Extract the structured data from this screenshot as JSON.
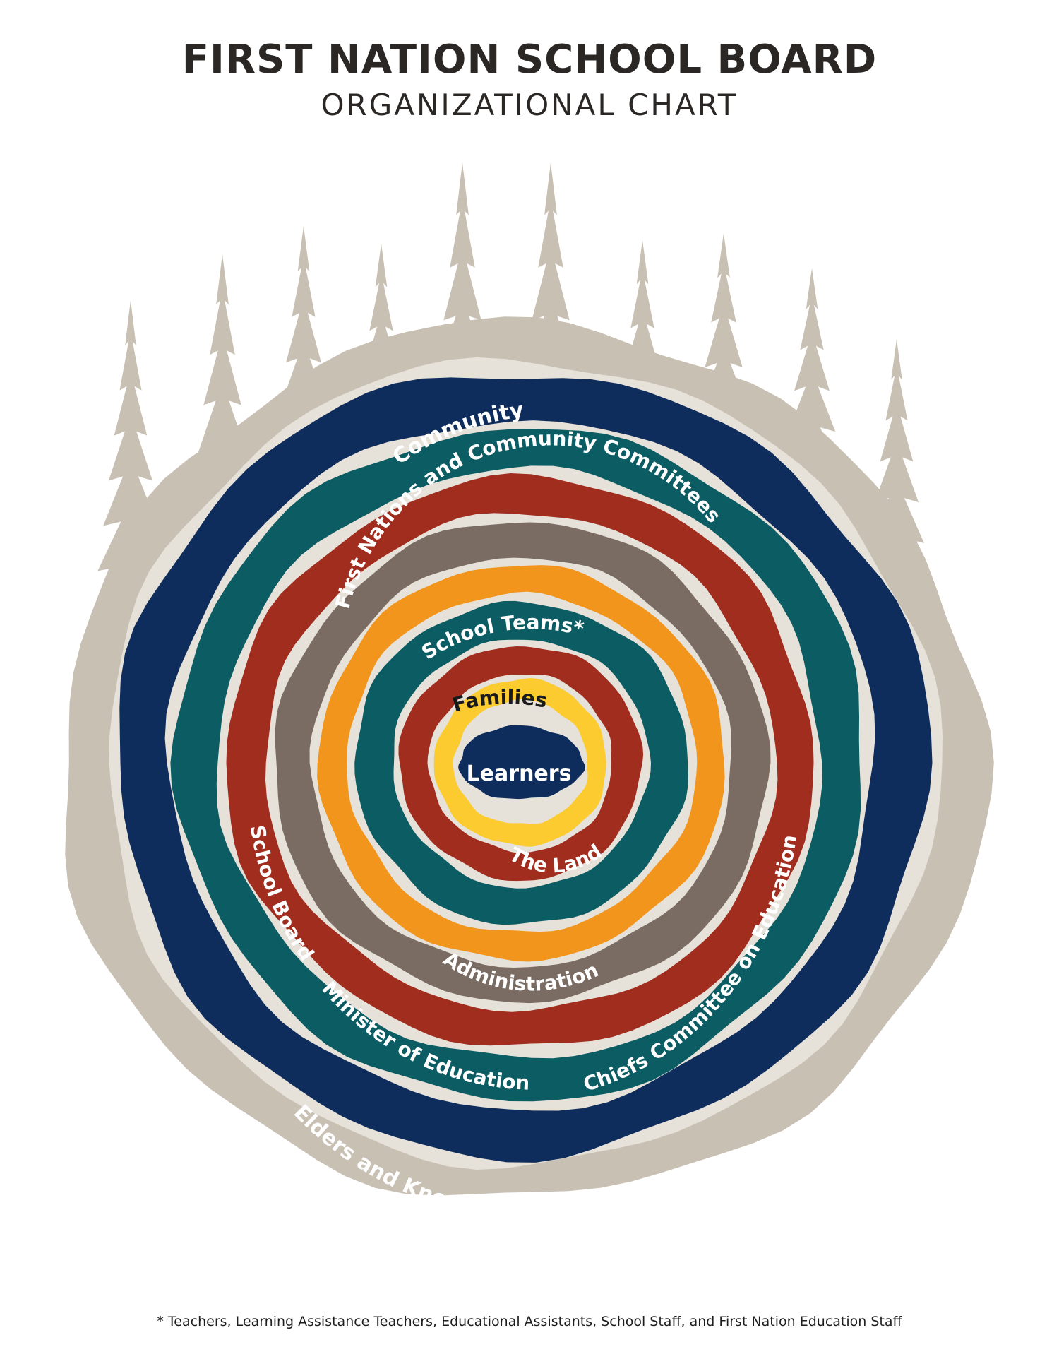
{
  "header": {
    "title": "FIRST NATION SCHOOL BOARD",
    "subtitle": "ORGANIZATIONAL CHART"
  },
  "colors": {
    "tree": "#c9c0b4",
    "cream": "#e6e1d9",
    "navy": "#0f2d5c",
    "teal": "#0c5c64",
    "rust": "#a12d1e",
    "taupe": "#7a6c62",
    "orange": "#f2951c",
    "yellow": "#fbcb2f",
    "white_text": "#ffffff",
    "dark_text": "#1a1a1a"
  },
  "rings": [
    {
      "id": "elders",
      "color_key": "navy"
    },
    {
      "id": "community",
      "color_key": "teal"
    },
    {
      "id": "governance",
      "color_key": "rust"
    },
    {
      "id": "committees",
      "color_key": "taupe"
    },
    {
      "id": "administration",
      "color_key": "orange"
    },
    {
      "id": "school-teams",
      "color_key": "teal"
    },
    {
      "id": "the-land",
      "color_key": "rust"
    },
    {
      "id": "families",
      "color_key": "yellow"
    },
    {
      "id": "learners",
      "color_key": "navy"
    }
  ],
  "labels": {
    "community": "Community",
    "committees": "First Nations and Community Committees",
    "school_teams": "School Teams*",
    "families": "Families",
    "learners": "Learners",
    "the_land": "The Land",
    "administration": "Administration",
    "school_board": "School Board",
    "minister": "Minister of Education",
    "chiefs": "Chiefs Committee on Education",
    "elders": "Elders and Knowledge Keepers"
  },
  "footnote": "* Teachers, Learning Assistance Teachers, Educational Assistants, School Staff, and First Nation Education Staff"
}
